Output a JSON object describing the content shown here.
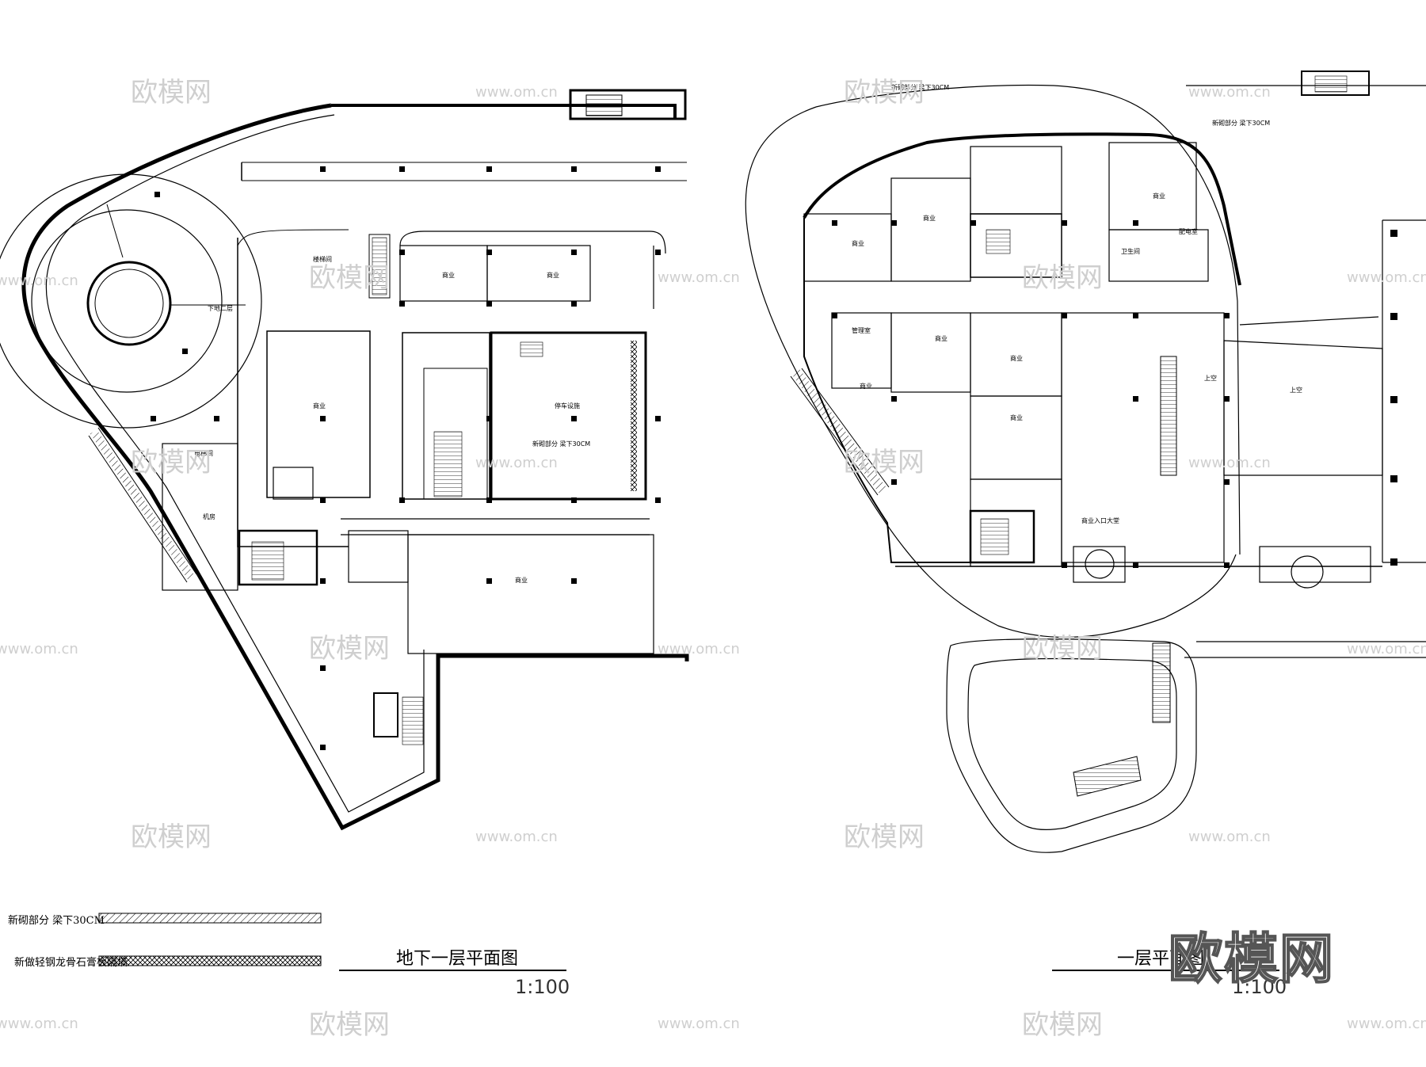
{
  "plans": [
    {
      "title": "地下一层平面图",
      "scale": "1:100"
    },
    {
      "title": "一层平面图",
      "scale": "1:100"
    }
  ],
  "legend": [
    {
      "label": "新砌部分  梁下30CM",
      "pattern": "diagonal-hatch"
    },
    {
      "label": "新做轻钢龙骨石膏板隔墙",
      "pattern": "cross-hatch"
    }
  ],
  "room_labels": {
    "b1": [
      "下地二层",
      "商业",
      "商业",
      "商业",
      "停车设施",
      "楼梯间",
      "电梯间",
      "商业",
      "机房",
      "新砌部分 梁下30CM"
    ],
    "f1": [
      "新砌部分 梁下30CM",
      "新砌部分 梁下30CM",
      "商业",
      "商业",
      "商业",
      "商业",
      "商业",
      "商业",
      "商业",
      "管理室",
      "商业入口大堂",
      "上空",
      "上空",
      "卫生间",
      "配电室"
    ]
  },
  "watermark": {
    "brand": "欧模网",
    "url": "www.om.cn",
    "color": "#c8c8c8"
  },
  "colors": {
    "line": "#000000",
    "watermark": "#c8c8c8"
  }
}
